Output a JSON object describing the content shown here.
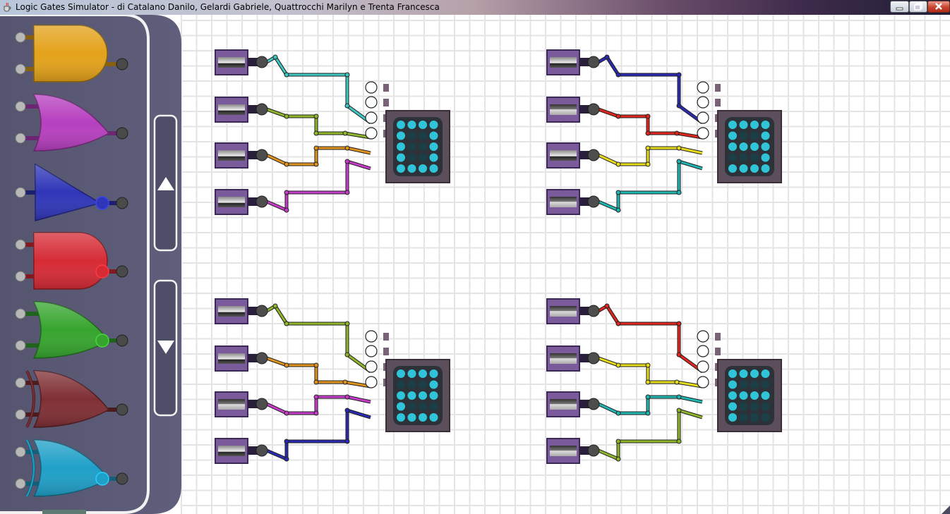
{
  "window": {
    "title": "Logic Gates Simulator - di Catalano Danilo, Gelardi Gabriele, Quattrocchi Marilyn e Trenta Francesca",
    "icon": "java-cup-icon"
  },
  "palette": {
    "gates": [
      {
        "name": "and",
        "color": "#e3a21a",
        "inputs": 2
      },
      {
        "name": "or",
        "color": "#b63fbf",
        "inputs": 2
      },
      {
        "name": "not",
        "color": "#2f36b8",
        "inputs": 1
      },
      {
        "name": "nand",
        "color": "#d62b35",
        "inputs": 2
      },
      {
        "name": "nor",
        "color": "#36a52e",
        "inputs": 2
      },
      {
        "name": "xnor",
        "color": "#7f2f34",
        "inputs": 2
      },
      {
        "name": "xor",
        "color": "#1fa0c8",
        "inputs": 2
      }
    ],
    "scroll_up_icon": "triangle-up-icon",
    "scroll_down_icon": "triangle-down-icon"
  },
  "circuits": [
    {
      "switches": [
        0,
        0,
        0,
        0
      ],
      "wires": [
        "#3ec6c0",
        "#8fb62a",
        "#e0931c",
        "#c63bc8"
      ],
      "digit": "0"
    },
    {
      "switches": [
        0,
        1,
        0,
        1
      ],
      "wires": [
        "#2a2ab0",
        "#e0241e",
        "#e6dc1a",
        "#1fb5b0"
      ],
      "digit": "9"
    },
    {
      "switches": [
        0,
        0,
        1,
        0
      ],
      "wires": [
        "#8fb62a",
        "#e0931c",
        "#c63bc8",
        "#2a2ab0"
      ],
      "digit": "2"
    },
    {
      "switches": [
        1,
        1,
        1,
        1
      ],
      "wires": [
        "#e0241e",
        "#e6dc1a",
        "#1fb5b0",
        "#8fb62a"
      ],
      "digit": "F"
    }
  ],
  "colors": {
    "panel": "#5a5a76",
    "grid": "#e4e4e4",
    "display_body": "#5c4e5a",
    "led_on": "#2fc4d8",
    "led_off": "#1c3f47",
    "switch_body": "#7a5a9a"
  }
}
